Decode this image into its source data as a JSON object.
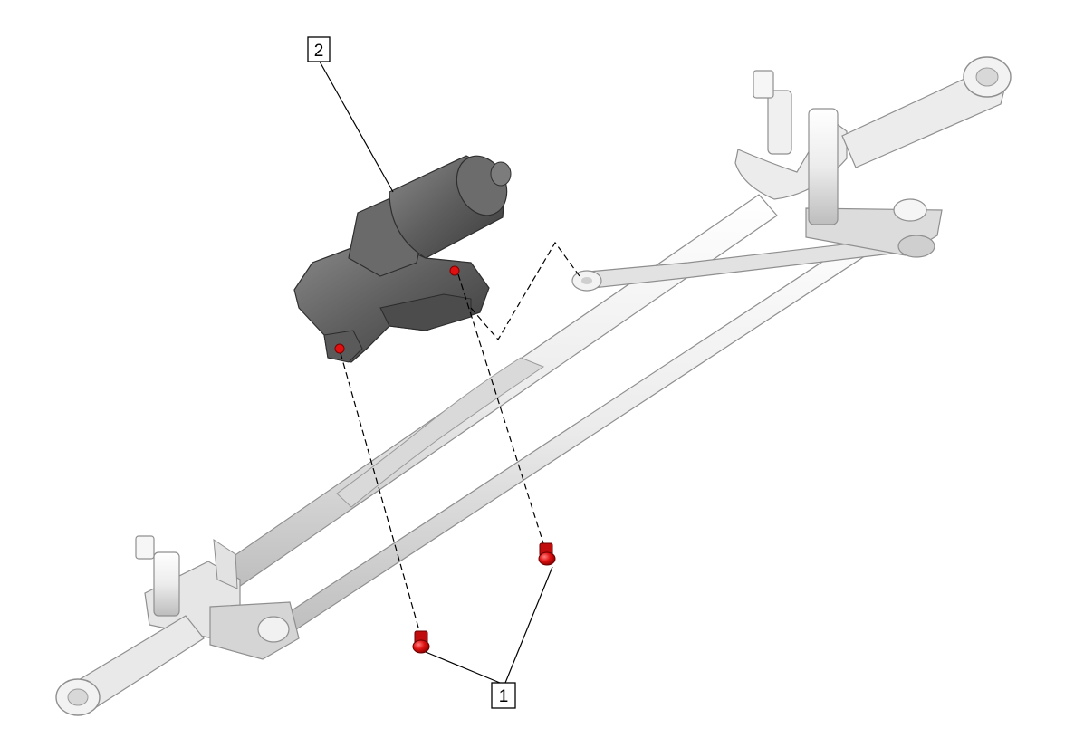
{
  "diagram": {
    "callouts": [
      {
        "id": "1",
        "label": "1",
        "part": "mounting-bolts"
      },
      {
        "id": "2",
        "label": "2",
        "part": "wiper-motor"
      }
    ],
    "colors": {
      "background": "#ffffff",
      "frame": "#e9e9e9",
      "frame_shadow": "#b9b9b9",
      "frame_outline": "#8a8a8a",
      "motor": "#6b6b6b",
      "motor_dark": "#3f3f3f",
      "bolt": "#e01010",
      "leader_line": "#000000"
    }
  }
}
